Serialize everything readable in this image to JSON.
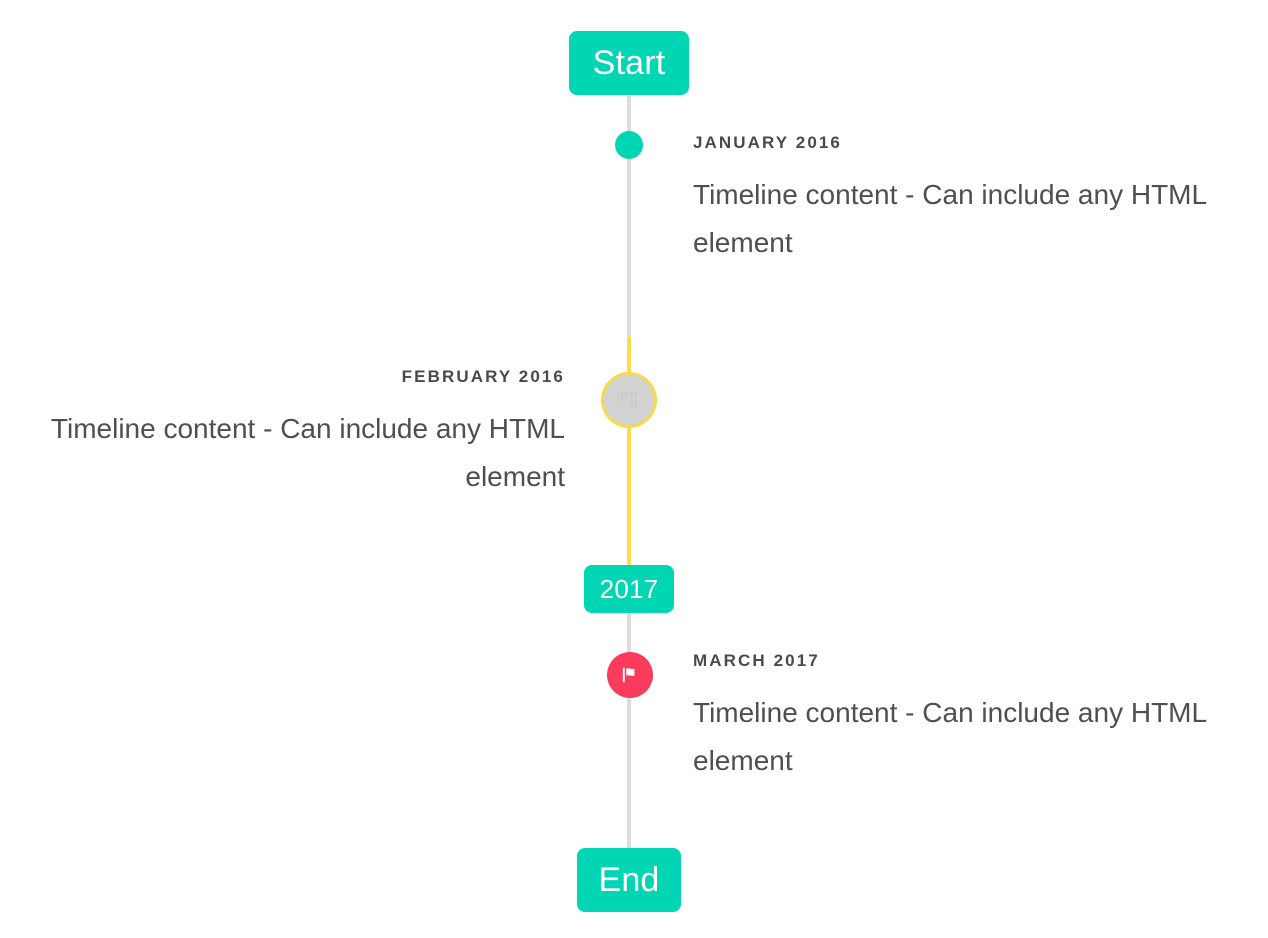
{
  "timeline": {
    "start_badge": {
      "label": "Start",
      "color": "#00d5b4"
    },
    "middle_badge": {
      "label": "2017",
      "color": "#00d5b4"
    },
    "end_badge": {
      "label": "End",
      "color": "#00d5b4"
    },
    "line_colors": {
      "default": "#dcdcdc",
      "highlight": "#f9dc4a"
    },
    "events": [
      {
        "date": "January 2016",
        "body": "Timeline content - Can include any HTML element",
        "side": "right",
        "marker": {
          "type": "dot",
          "icon": "circle-dot-icon",
          "color": "#00d5b4"
        }
      },
      {
        "date": "February 2016",
        "body": "Timeline content - Can include any HTML element",
        "side": "left",
        "marker": {
          "type": "placeholder",
          "icon": "broken-image-icon",
          "color": "#d2d2d2",
          "ring_color": "#f7d94c"
        }
      },
      {
        "date": "March 2017",
        "body": "Timeline content - Can include any HTML element",
        "side": "right",
        "marker": {
          "type": "flag",
          "icon": "flag-icon",
          "color": "#fb3b5c"
        }
      }
    ]
  }
}
